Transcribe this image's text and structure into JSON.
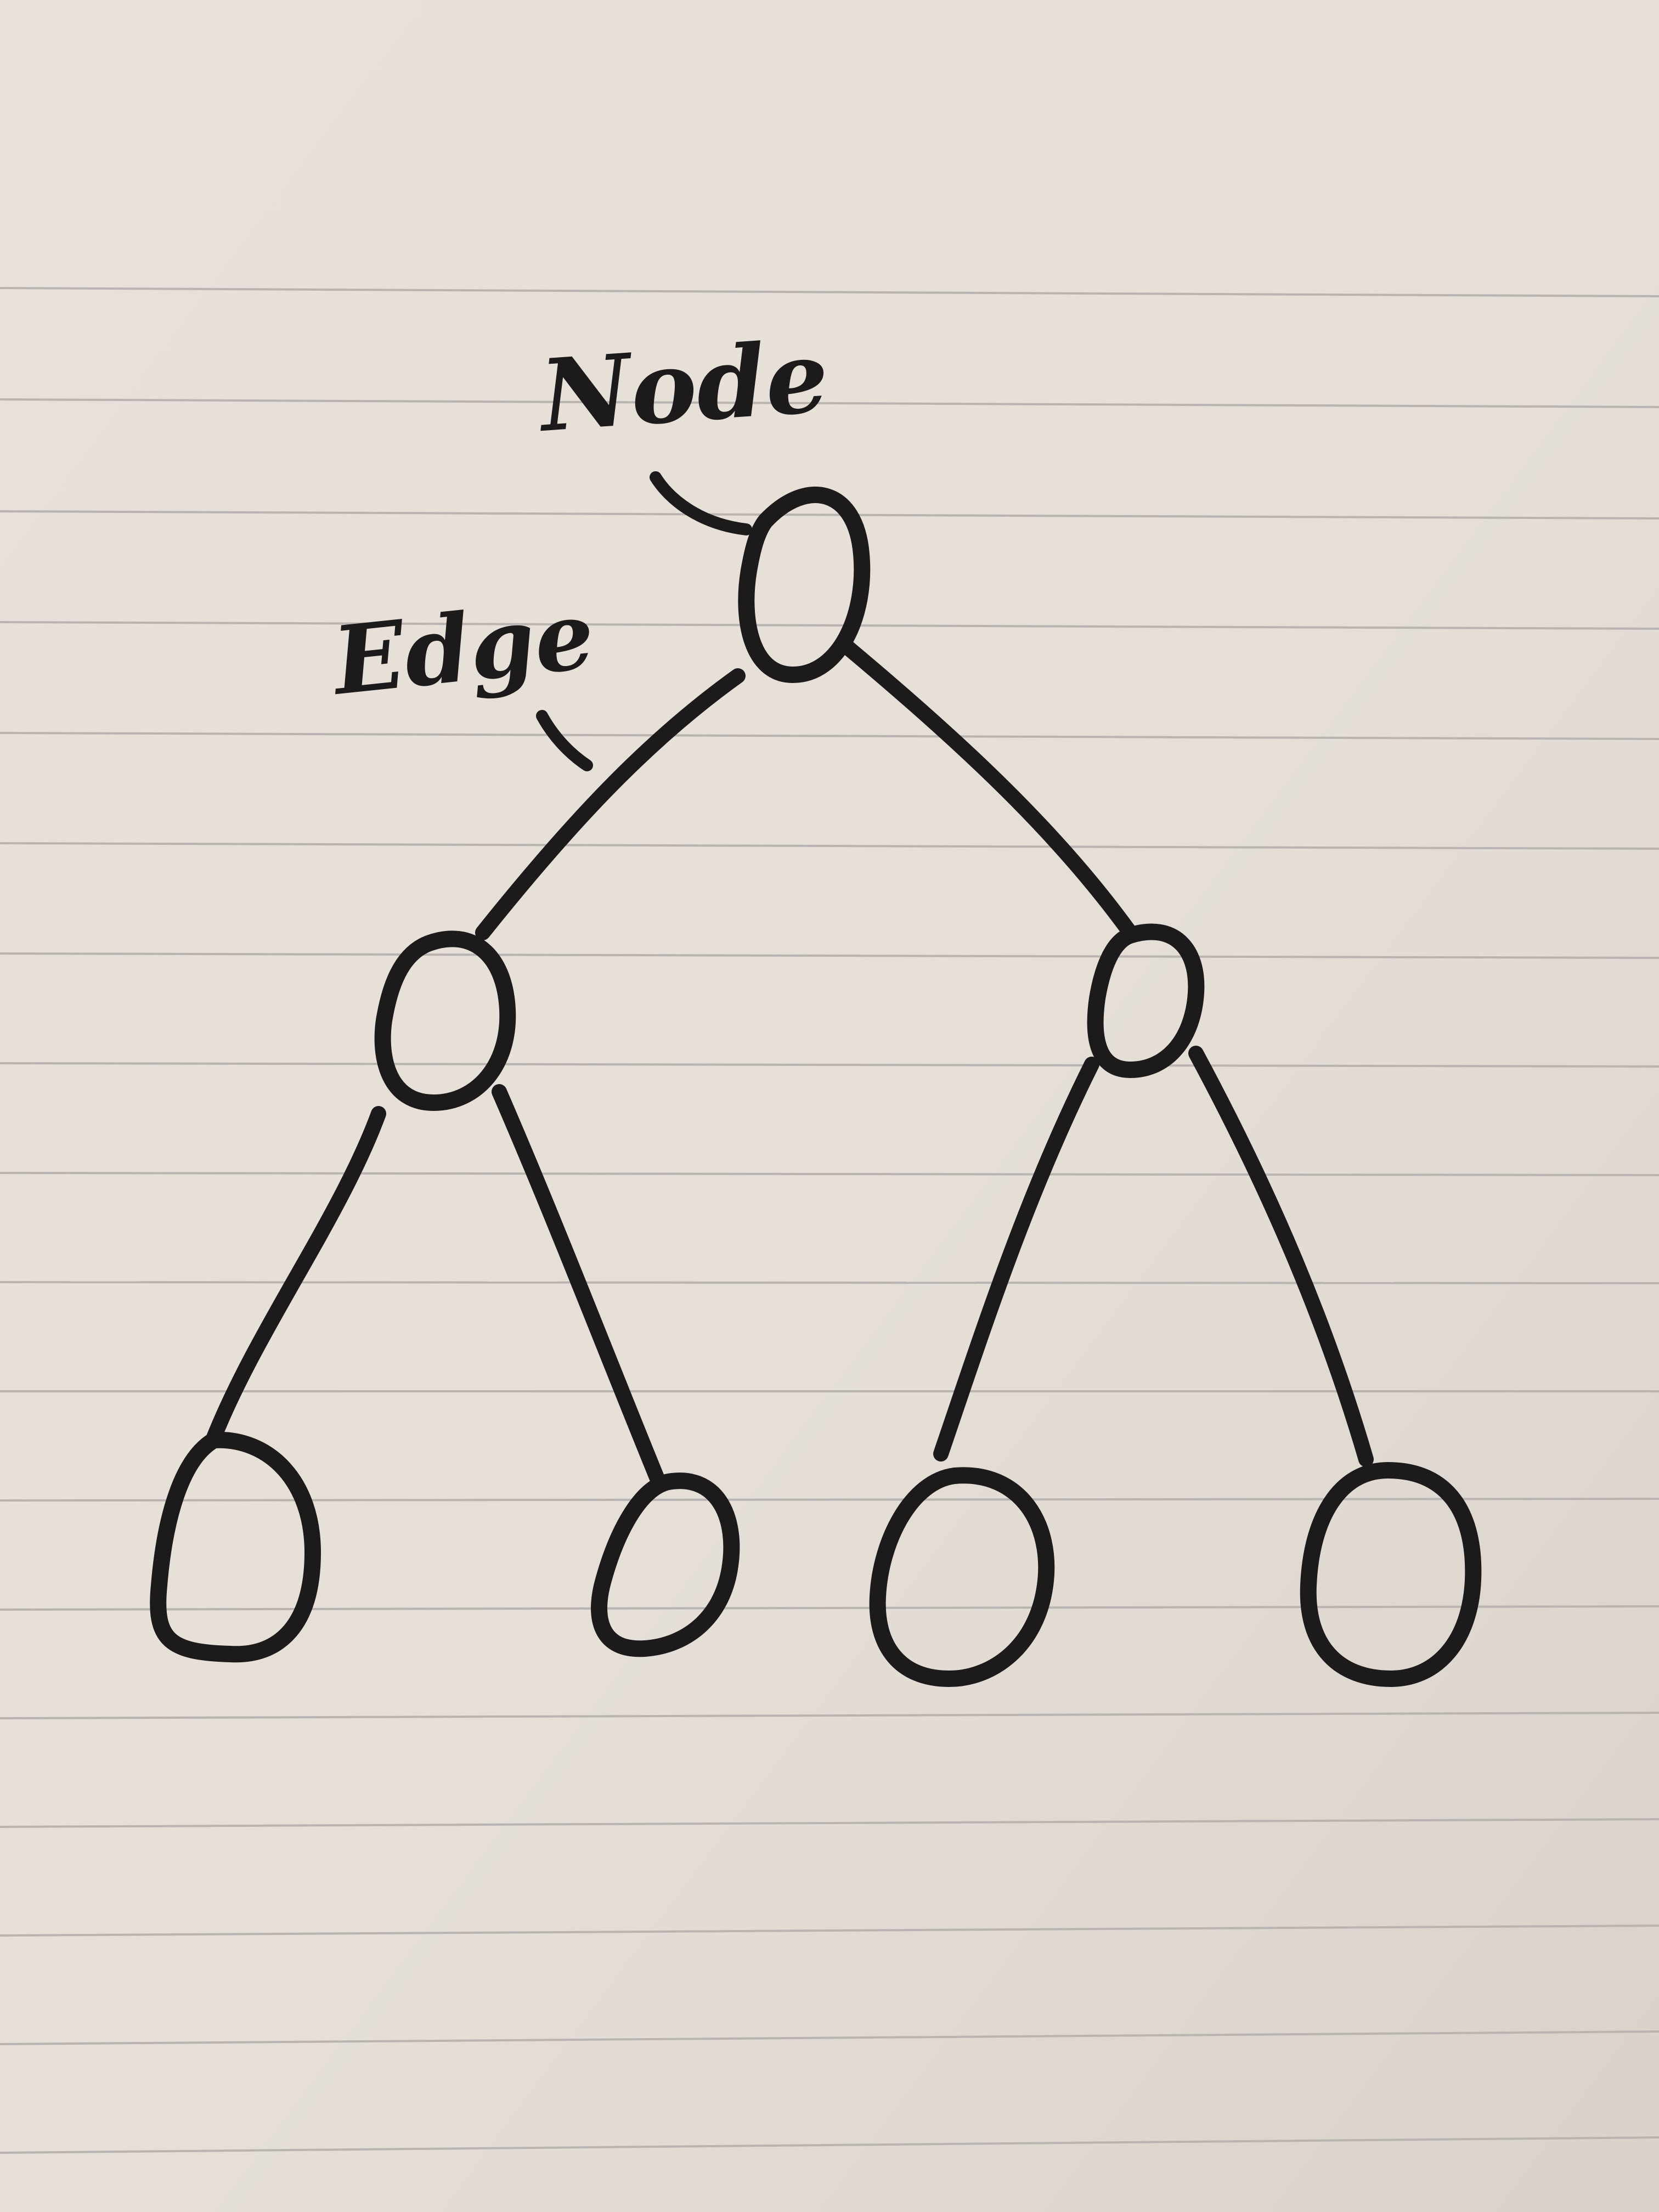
{
  "diagram": {
    "type": "binary-tree",
    "labels": {
      "node": "Node",
      "edge": "Edge"
    },
    "nodes": [
      {
        "id": "root"
      },
      {
        "id": "left"
      },
      {
        "id": "right"
      },
      {
        "id": "left-left"
      },
      {
        "id": "left-right"
      },
      {
        "id": "right-left"
      },
      {
        "id": "right-right"
      }
    ],
    "edges": [
      {
        "from": "root",
        "to": "left"
      },
      {
        "from": "root",
        "to": "right"
      },
      {
        "from": "left",
        "to": "left-left"
      },
      {
        "from": "left",
        "to": "left-right"
      },
      {
        "from": "right",
        "to": "right-left"
      },
      {
        "from": "right",
        "to": "right-right"
      }
    ]
  },
  "colors": {
    "paper": "#e4ddd6",
    "ink": "#1c1a1a",
    "ruled-line": "#b9b4b2"
  }
}
